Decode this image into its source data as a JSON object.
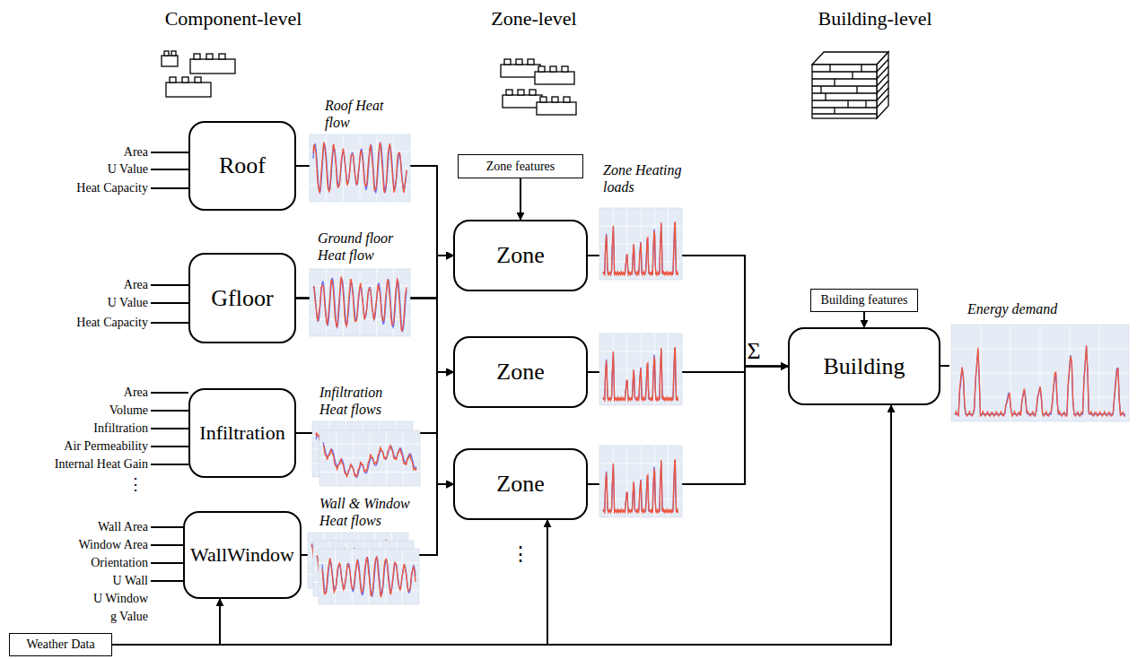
{
  "diagram": {
    "nodes": [
      {
        "text": [
          "Roof"
        ]
      },
      {
        "text": [
          "Gfloor"
        ]
      },
      {
        "text": [
          "Infiltration"
        ]
      },
      {
        "text": [
          "WallWindow"
        ]
      },
      {
        "text": [
          "Zone features"
        ]
      },
      {
        "text": [
          "Zone"
        ]
      },
      {
        "text": [
          "Zone"
        ]
      },
      {
        "text": [
          "Zone"
        ]
      },
      {
        "text": [
          "Building features"
        ]
      },
      {
        "text": [
          "Building"
        ]
      },
      {
        "text": [
          "Weather Data"
        ]
      }
    ],
    "edges": [
      {
        "from": 0,
        "to": 5,
        "arrow": "to"
      },
      {
        "from": 0,
        "to": 6,
        "arrow": "to"
      },
      {
        "from": 0,
        "to": 7,
        "arrow": "to"
      },
      {
        "from": 1,
        "to": 5,
        "arrow": "to"
      },
      {
        "from": 1,
        "to": 6,
        "arrow": "to"
      },
      {
        "from": 1,
        "to": 7,
        "arrow": "to"
      },
      {
        "from": 2,
        "to": 5,
        "arrow": "to"
      },
      {
        "from": 2,
        "to": 6,
        "arrow": "to"
      },
      {
        "from": 2,
        "to": 7,
        "arrow": "to"
      },
      {
        "from": 3,
        "to": 5,
        "arrow": "to"
      },
      {
        "from": 3,
        "to": 6,
        "arrow": "to"
      },
      {
        "from": 3,
        "to": 7,
        "arrow": "to"
      },
      {
        "from": 4,
        "to": 5,
        "arrow": "to"
      },
      {
        "from": 5,
        "to": 9,
        "arrow": "to"
      },
      {
        "from": 6,
        "to": 9,
        "arrow": "to"
      },
      {
        "from": 7,
        "to": 9,
        "arrow": "to"
      },
      {
        "from": 8,
        "to": 9,
        "arrow": "to"
      },
      {
        "from": 10,
        "to": 3,
        "arrow": "to"
      },
      {
        "from": 10,
        "to": 7,
        "arrow": "to"
      },
      {
        "from": 10,
        "to": 9,
        "arrow": "to"
      }
    ],
    "labels": [
      "Component-level",
      "Zone-level",
      "Building-level",
      "Area",
      "U Value",
      "Heat Capacity",
      "Area",
      "U Value",
      "Heat Capacity",
      "Area",
      "Volume",
      "Infiltration",
      "Air Permeability",
      "Internal Heat Gain",
      "⋮",
      "Wall Area",
      "Window Area",
      "Orientation",
      "U Wall",
      "U Window",
      "g Value",
      "Roof Heat flow",
      "Ground floor Heat flow",
      "Infiltration Heat flows",
      "Wall & Window Heat flows",
      "Zone Heating loads",
      "Σ",
      "⋮",
      "Energy demand"
    ]
  }
}
